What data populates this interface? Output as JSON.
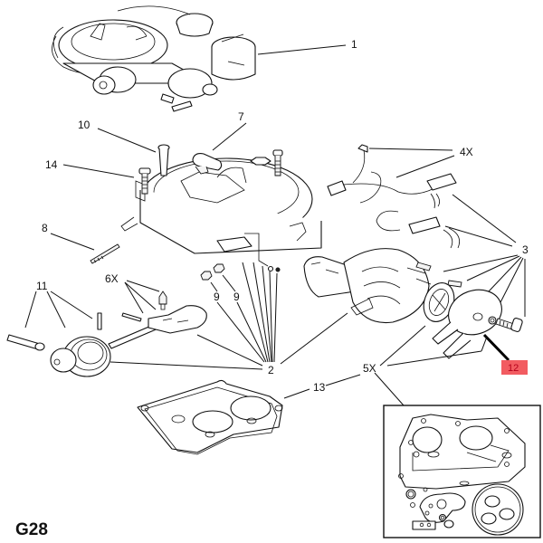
{
  "diagram": {
    "sheet_code": "G28",
    "subject": "carburettor exploded parts view",
    "highlight": {
      "label": "12",
      "color": "#f25c61",
      "text_color": "#b3001b"
    },
    "callouts": [
      {
        "id": "c1",
        "label": "1"
      },
      {
        "id": "c2",
        "label": "2"
      },
      {
        "id": "c3",
        "label": "3"
      },
      {
        "id": "c4",
        "label": "4X"
      },
      {
        "id": "c5",
        "label": "5X"
      },
      {
        "id": "c6",
        "label": "6X"
      },
      {
        "id": "c7",
        "label": "7"
      },
      {
        "id": "c8",
        "label": "8"
      },
      {
        "id": "c9a",
        "label": "9"
      },
      {
        "id": "c9b",
        "label": "9"
      },
      {
        "id": "c10",
        "label": "10"
      },
      {
        "id": "c11",
        "label": "11"
      },
      {
        "id": "c13",
        "label": "13"
      },
      {
        "id": "c14",
        "label": "14"
      }
    ]
  }
}
